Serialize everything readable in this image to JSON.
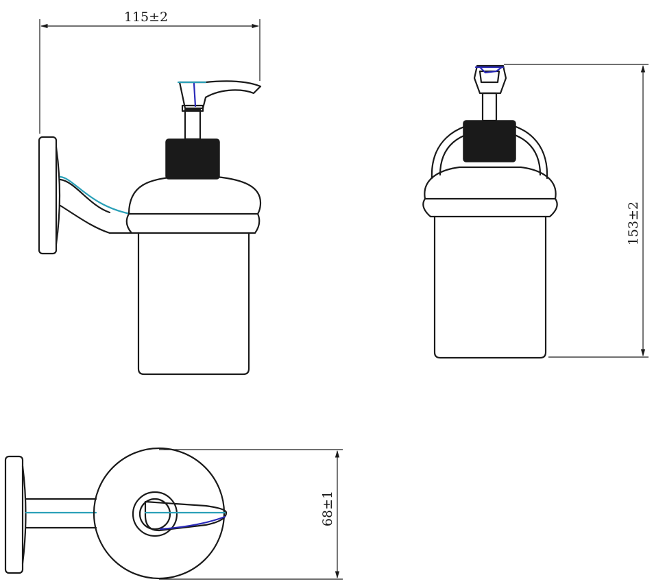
{
  "dimensions": {
    "width_label": "115±2",
    "height_label": "153±2",
    "diameter_label": "68±1"
  },
  "colors": {
    "line": "#1a1a1a",
    "accent_teal": "#2aa0b8",
    "accent_blue": "#2a2ab8"
  }
}
